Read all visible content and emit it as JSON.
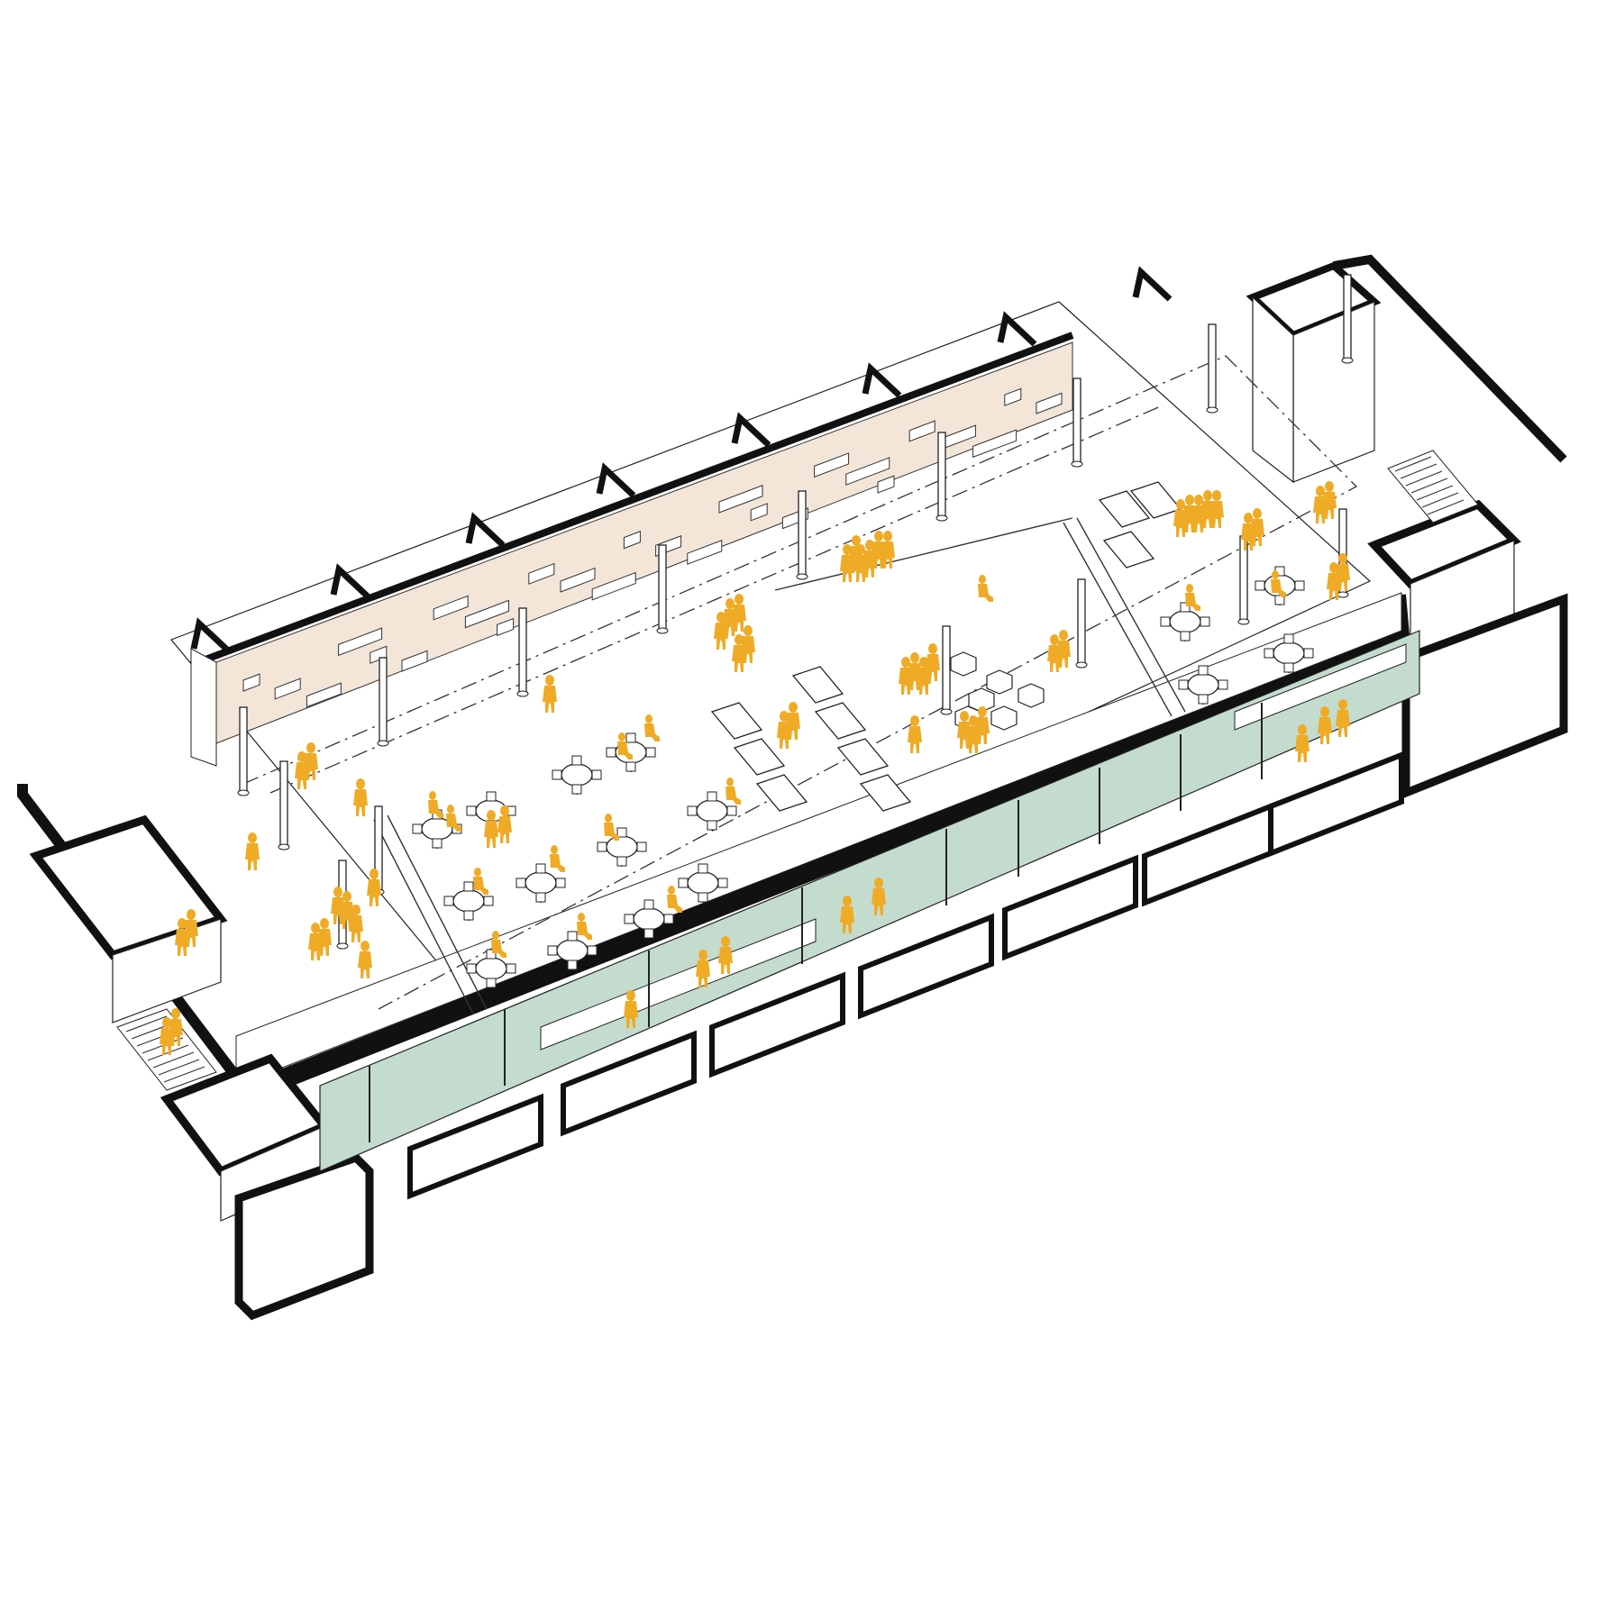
{
  "diagram": {
    "kind": "axonometric-floor-plan",
    "zones": [
      {
        "name": "reading-wall",
        "color": "#f3e5d8"
      },
      {
        "name": "service-corridor",
        "color": "#c3dccd"
      },
      {
        "name": "main-hall",
        "color": "#ffffff"
      }
    ],
    "colors": {
      "outline": "#111111",
      "thin_line": "#222222",
      "people": "#efab26",
      "reading_wall": "#f3e5d8",
      "corridor": "#c3dccd",
      "background": "#ffffff"
    },
    "counts": {
      "round_tables": 16,
      "people_figures": 65,
      "columns": 16,
      "lounge_cubes": 6
    }
  }
}
